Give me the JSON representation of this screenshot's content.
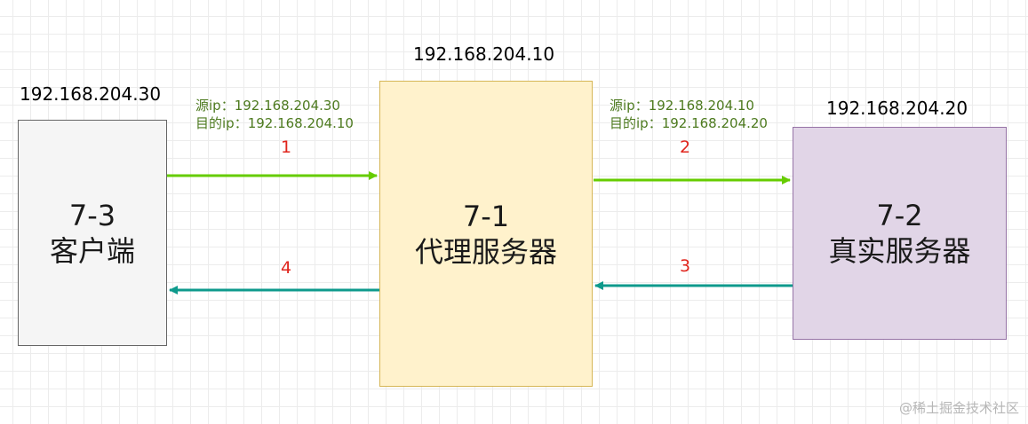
{
  "colors": {
    "grid": "#ececec",
    "request_arrow": "#66cc00",
    "response_arrow": "#0e9a8c",
    "step_number": "#e0241c",
    "note_text": "#4d7a1f"
  },
  "client": {
    "ip": "192.168.204.30",
    "id": "7-3",
    "role": "客户端"
  },
  "proxy": {
    "ip": "192.168.204.10",
    "id": "7-1",
    "role": "代理服务器"
  },
  "server": {
    "ip": "192.168.204.20",
    "id": "7-2",
    "role": "真实服务器"
  },
  "notes": {
    "left": {
      "src": "源ip：192.168.204.30",
      "dst": "目的ip：192.168.204.10"
    },
    "right": {
      "src": "源ip：192.168.204.10",
      "dst": "目的ip：192.168.204.20"
    }
  },
  "steps": {
    "s1": "1",
    "s2": "2",
    "s3": "3",
    "s4": "4"
  },
  "watermark": "@稀土掘金技术社区"
}
